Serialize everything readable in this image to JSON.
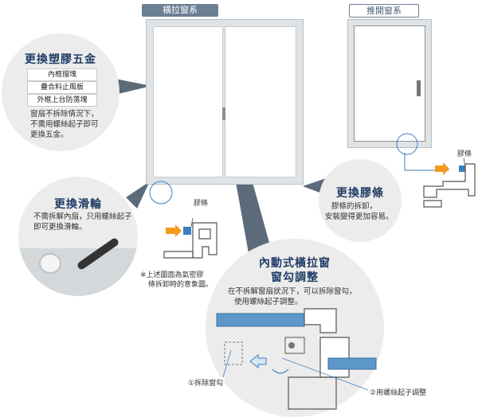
{
  "tags": {
    "sliding": "橫拉窗系",
    "casement": "推開窗系"
  },
  "bubble_hardware": {
    "title": "更換塑膠五金",
    "items": [
      "內框擋塊",
      "疊合料止風板",
      "外框上台防落塊"
    ],
    "desc_1": "窗扇不拆除情況下，",
    "desc_2": "不需用螺絲起子即可",
    "desc_3": "更換五金。"
  },
  "bubble_wheel": {
    "title": "更換滑輪",
    "desc_1": "不需拆解內扇，只用螺絲起子",
    "desc_2": "即可更換滑輪。"
  },
  "bubble_gasket": {
    "title": "更換膠條",
    "desc_1": "膠條的拆卸，",
    "desc_2": "安裝變得更加容易。"
  },
  "bubble_hook": {
    "title_1": "內動式橫拉窗",
    "title_2": "窗勾調整",
    "desc_1": "在不拆解窗扇狀況下，可以拆除窗勾，",
    "desc_2": "使用螺絲起子調整。"
  },
  "labels": {
    "gasket_left": "膠條",
    "gasket_right": "膠條",
    "note_1": "※上述圖面為氣密膠",
    "note_2": "條拆卸時的意象圖。",
    "step_1": "①拆除窗勾",
    "step_2": "②用螺絲起子調整"
  },
  "colors": {
    "title_blue": "#1f3c66",
    "tag_fill": "#6b7f95",
    "arrow_orange": "#f39a1b",
    "callout_blue": "#3a7fc1",
    "bubble_gray": "#ececec"
  }
}
